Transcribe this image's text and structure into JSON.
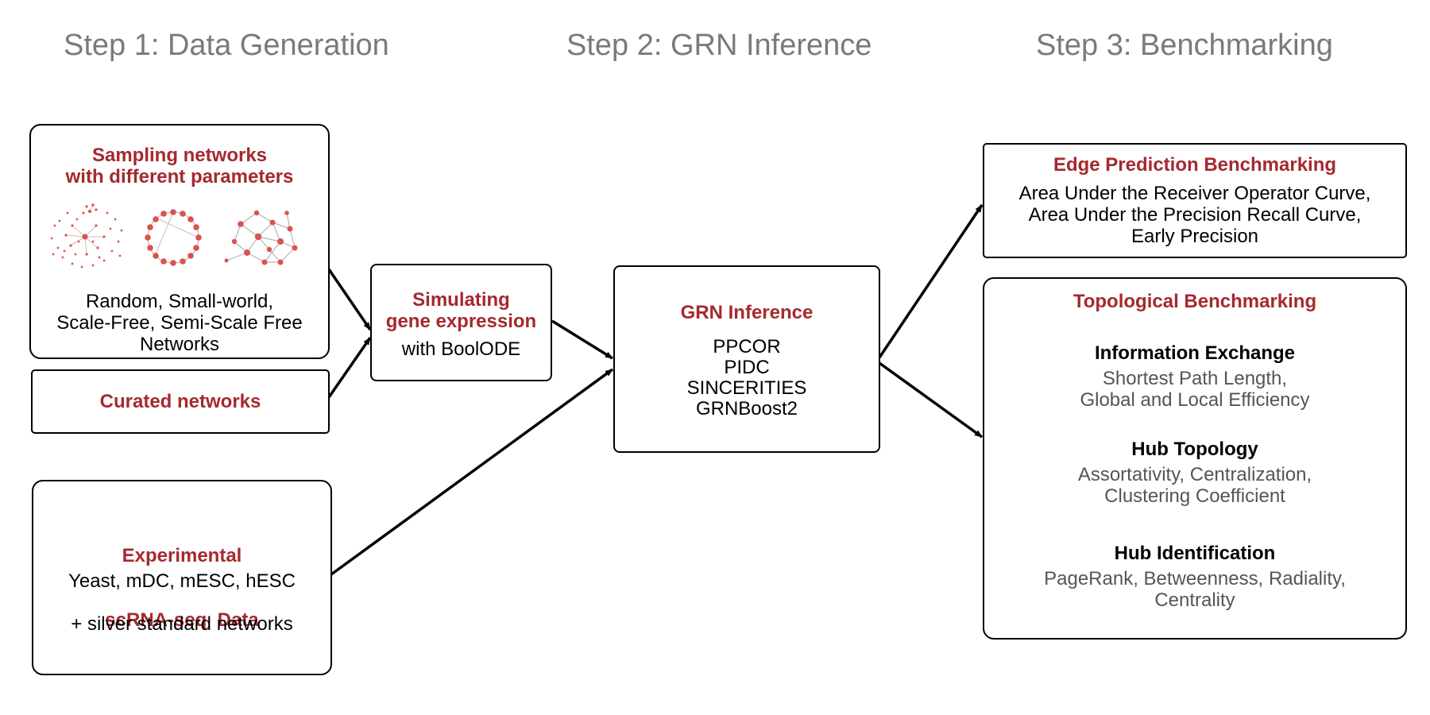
{
  "steps": {
    "step1": "Step 1: Data Generation",
    "step2": "Step 2: GRN Inference",
    "step3": "Step 3: Benchmarking"
  },
  "sampling": {
    "title_lines": [
      "Sampling networks",
      "with different parameters"
    ],
    "network_icons": [
      "scale-free-network-icon",
      "small-world-network-icon",
      "random-network-icon"
    ],
    "types_lines": [
      "Random, Small-world,",
      "Scale-Free, Semi-Scale Free",
      "Networks"
    ]
  },
  "curated": {
    "title": "Curated networks"
  },
  "experimental": {
    "title_lines": [
      "Experimental",
      "scRNA-seq  Data"
    ],
    "datasets": "Yeast, mDC, mESC, hESC",
    "extra": "+ silver standard networks"
  },
  "simulating": {
    "title_lines": [
      "Simulating",
      "gene expression"
    ],
    "subtitle": "with BoolODE"
  },
  "grn": {
    "title": "GRN Inference",
    "methods": [
      "PPCOR",
      "PIDC",
      "SINCERITIES",
      "GRNBoost2"
    ]
  },
  "edge": {
    "title": "Edge Prediction Benchmarking",
    "lines": [
      "Area Under the Receiver Operator Curve,",
      "Area Under the Precision Recall Curve,",
      "Early Precision"
    ]
  },
  "topo": {
    "title": "Topological Benchmarking",
    "sections": [
      {
        "heading": "Information Exchange",
        "lines": [
          "Shortest Path Length,",
          "Global and Local Efficiency"
        ]
      },
      {
        "heading": "Hub Topology",
        "lines": [
          "Assortativity, Centralization,",
          "Clustering Coefficient"
        ]
      },
      {
        "heading": "Hub Identification",
        "lines": [
          "PageRank, Betweenness, Radiality,",
          "Centrality"
        ]
      }
    ]
  },
  "colors": {
    "accent": "#a5292e",
    "node": "#d9534f",
    "step_text": "#7a7a7a",
    "secondary_text": "#555555"
  }
}
